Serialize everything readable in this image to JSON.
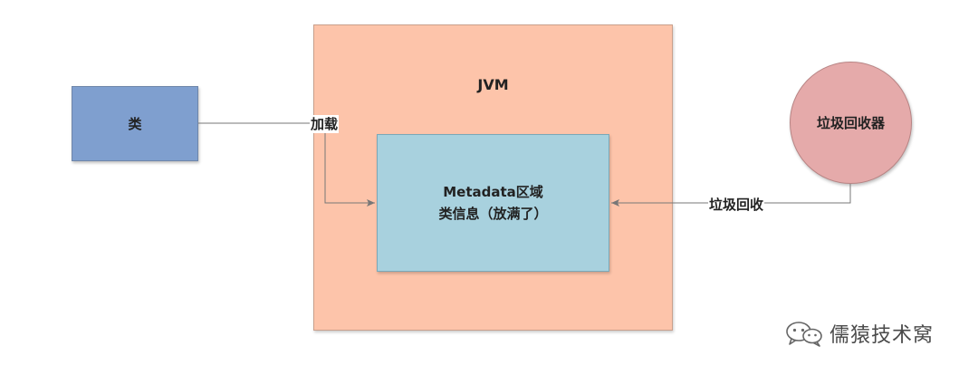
{
  "nodes": {
    "class": "类",
    "jvm": "JVM",
    "metadata_line1": "Metadata区域",
    "metadata_line2": "类信息（放满了）",
    "gc": "垃圾回收器"
  },
  "edges": {
    "load": "加载",
    "gc": "垃圾回收"
  },
  "watermark": {
    "icon": "wechat-icon",
    "text": "儒猿技术窝"
  },
  "colors": {
    "class_fill": "#7f9fcf",
    "jvm_fill": "#fdc4aa",
    "metadata_fill": "#a8d1de",
    "gc_fill": "#e5aaaa",
    "line": "#777777"
  }
}
